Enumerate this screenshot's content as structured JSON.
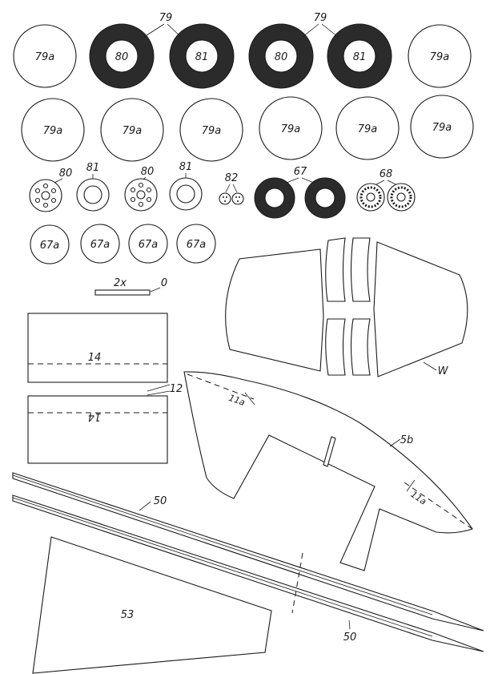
{
  "labels": {
    "p79": "79",
    "p79a": "79a",
    "p80": "80",
    "p81": "81",
    "p82": "82",
    "p67": "67",
    "p67a": "67a",
    "p68": "68",
    "p2x": "2x",
    "p0": "0",
    "p14": "14",
    "p14m": "14",
    "p12": "12",
    "pW": "W",
    "p11a": "11a",
    "p5b": "5b",
    "p50": "50",
    "p53": "53"
  },
  "colors": {
    "ink": "#1a1a1a",
    "tyre": "#2b2b2b",
    "paper": "#ffffff"
  }
}
